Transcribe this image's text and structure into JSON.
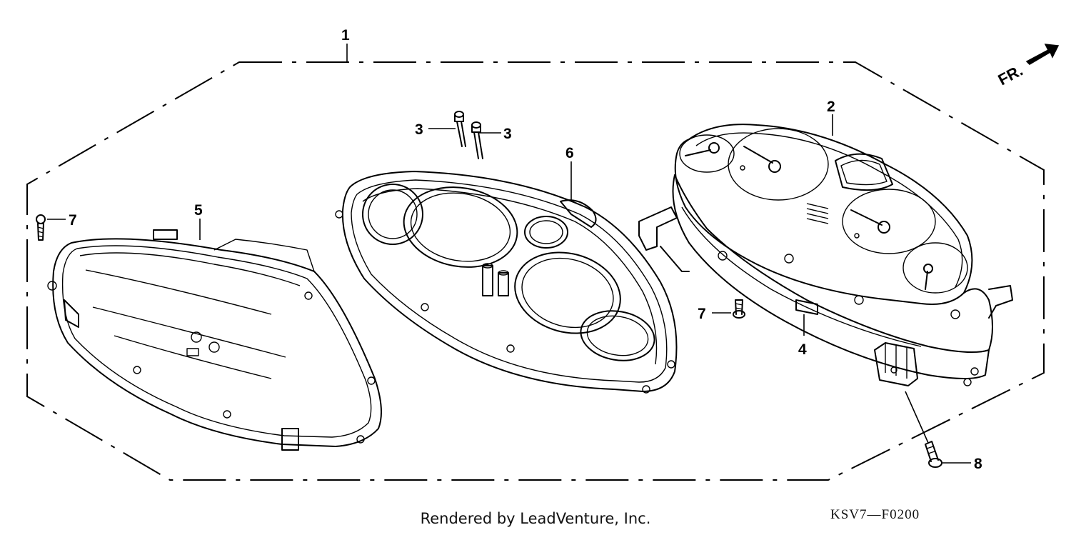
{
  "callouts": {
    "c1": "1",
    "c2": "2",
    "c3a": "3",
    "c3b": "3",
    "c4": "4",
    "c5": "5",
    "c6": "6",
    "c7a": "7",
    "c7b": "7",
    "c8": "8"
  },
  "direction_label": "FR.",
  "footer": {
    "credit": "Rendered by LeadVenture, Inc.",
    "diagram_code": "KSV7—F0200"
  }
}
